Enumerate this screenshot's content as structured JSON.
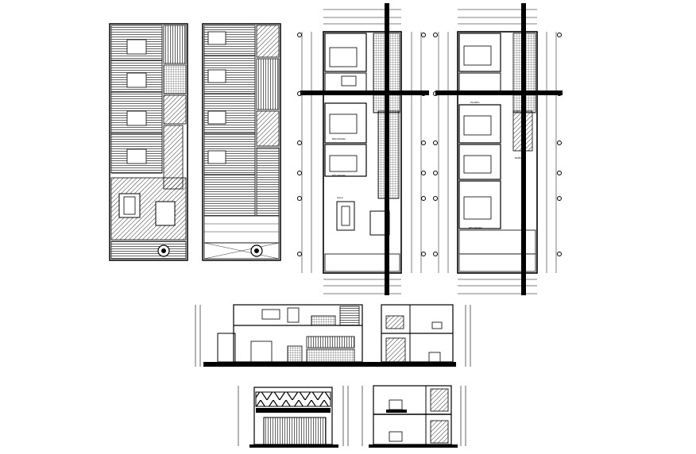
{
  "drawing": {
    "sheet_background": "#ffffff",
    "ink_color": "#000000",
    "views": [
      {
        "id": "floor-plan-ground-detailed",
        "kind": "floor-plan"
      },
      {
        "id": "floor-plan-upper-detailed",
        "kind": "floor-plan"
      },
      {
        "id": "floor-plan-ground-dimensioned",
        "kind": "floor-plan"
      },
      {
        "id": "floor-plan-upper-dimensioned",
        "kind": "floor-plan"
      },
      {
        "id": "longitudinal-section",
        "kind": "section"
      },
      {
        "id": "front-elevation",
        "kind": "elevation"
      },
      {
        "id": "cross-section",
        "kind": "section"
      }
    ],
    "labels": {
      "upper_plan_header": "PLANTA",
      "living_room_note": "SALA",
      "bedroom_note": "RECAMARA",
      "bedroom_note_2": "RECAMARA",
      "bedroom_note_3": "RECAMARA",
      "bathroom_note": "BAÑO"
    }
  }
}
